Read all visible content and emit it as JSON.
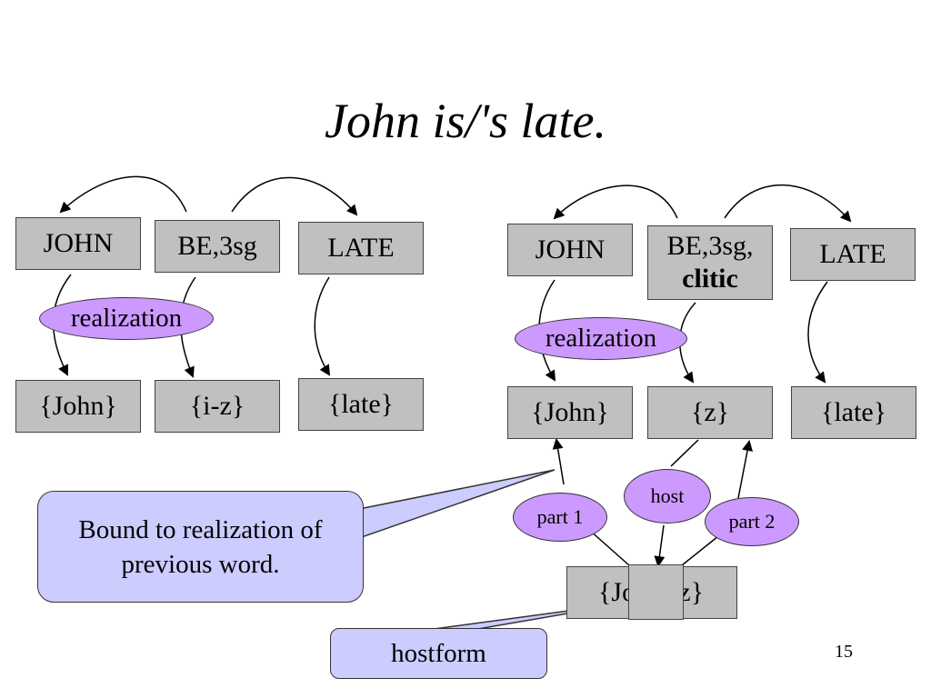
{
  "slide": {
    "title": "John is/'s late.",
    "page_number": "15"
  },
  "left_diagram": {
    "word_john": "JOHN",
    "word_be": "BE,3sg",
    "word_late": "LATE",
    "form_john": "{John}",
    "form_iz": "{i-z}",
    "form_late": "{late}",
    "realization_label": "realization"
  },
  "right_diagram": {
    "word_john": "JOHN",
    "word_be_line1": "BE,3sg,",
    "word_be_line2": "clitic",
    "word_late": "LATE",
    "form_john": "{John}",
    "form_z": "{z}",
    "form_late": "{late}",
    "realization_label": "realization",
    "part1_label": "part 1",
    "host_label": "host",
    "part2_label": "part 2",
    "combined_form_left": "{Jo",
    "combined_form_right": "z}"
  },
  "callouts": {
    "bound_text": "Bound to realization of previous word.",
    "hostform_text": "hostform"
  },
  "colors": {
    "box_fill": "#c0c0c0",
    "ellipse_fill": "#cc99ff",
    "callout_fill": "#ccccff"
  }
}
